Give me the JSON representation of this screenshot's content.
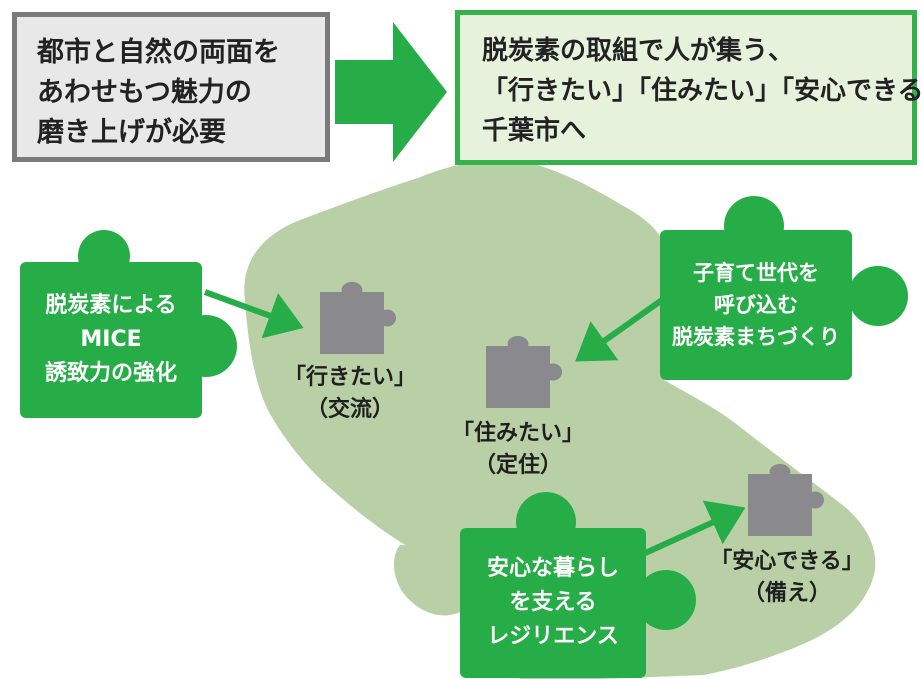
{
  "header_left": {
    "lines": [
      "都市と自然の両面を",
      "あわせもつ魅力の",
      "磨き上げが必要"
    ]
  },
  "header_right": {
    "lines": [
      "脱炭素の取組で人が集う、",
      "「行きたい」「住みたい」「安心できる」",
      "千葉市へ"
    ]
  },
  "cards": [
    {
      "id": "mice",
      "lines": [
        "脱炭素による",
        "MICE",
        "誘致力の強化"
      ]
    },
    {
      "id": "childcare",
      "lines": [
        "子育て世代を",
        "呼び込む",
        "脱炭素まちづくり"
      ]
    },
    {
      "id": "resilience",
      "lines": [
        "安心な暮らし",
        "を支える",
        "レジリエンス"
      ]
    }
  ],
  "labels": [
    {
      "id": "visit",
      "lines": [
        "「行きたい」",
        "（交流）"
      ]
    },
    {
      "id": "live",
      "lines": [
        "「住みたい」",
        "（定住）"
      ]
    },
    {
      "id": "safe",
      "lines": [
        "「安心できる」",
        "（備え）"
      ]
    }
  ],
  "colors": {
    "green": "#27ad47",
    "header_green_border": "#34b34a",
    "header_green_fill": "#e6f2dc",
    "header_gray_fill": "#e8e8e8",
    "header_gray_border": "#7b7b7b",
    "map_fill": "#b9d0a7",
    "puzzle_gray": "#8a8a8e"
  },
  "icons": [
    "puzzle-piece-icon",
    "arrow-right-icon"
  ]
}
